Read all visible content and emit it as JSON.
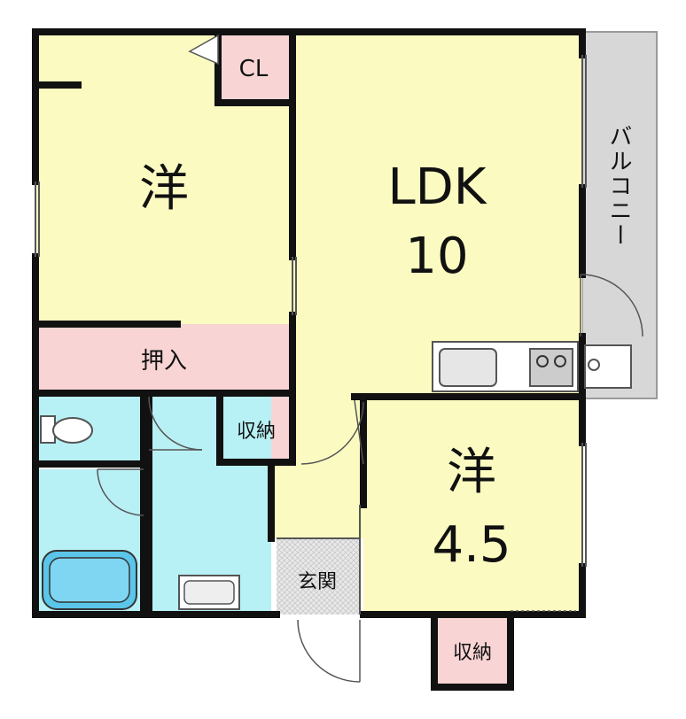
{
  "rooms": {
    "western_room_1": {
      "label": "洋"
    },
    "ldk": {
      "label": "LDK",
      "size": "10"
    },
    "western_room_2": {
      "label": "洋",
      "size": "4.5"
    },
    "closet_cl": {
      "label": "CL"
    },
    "oshiire": {
      "label": "押入"
    },
    "storage_hall": {
      "label": "収納"
    },
    "storage_bottom": {
      "label": "収納"
    },
    "entrance": {
      "label": "玄関"
    },
    "balcony": {
      "label": "バルコニー"
    }
  },
  "colors": {
    "room_yellow": "#fbfbc1",
    "closet_pink": "#f8d4d4",
    "wet_cyan": "#b8f1f5",
    "balcony_gray": "#d7d7d7",
    "entrance_tile": "#e8e8e8",
    "wall": "#111111"
  }
}
